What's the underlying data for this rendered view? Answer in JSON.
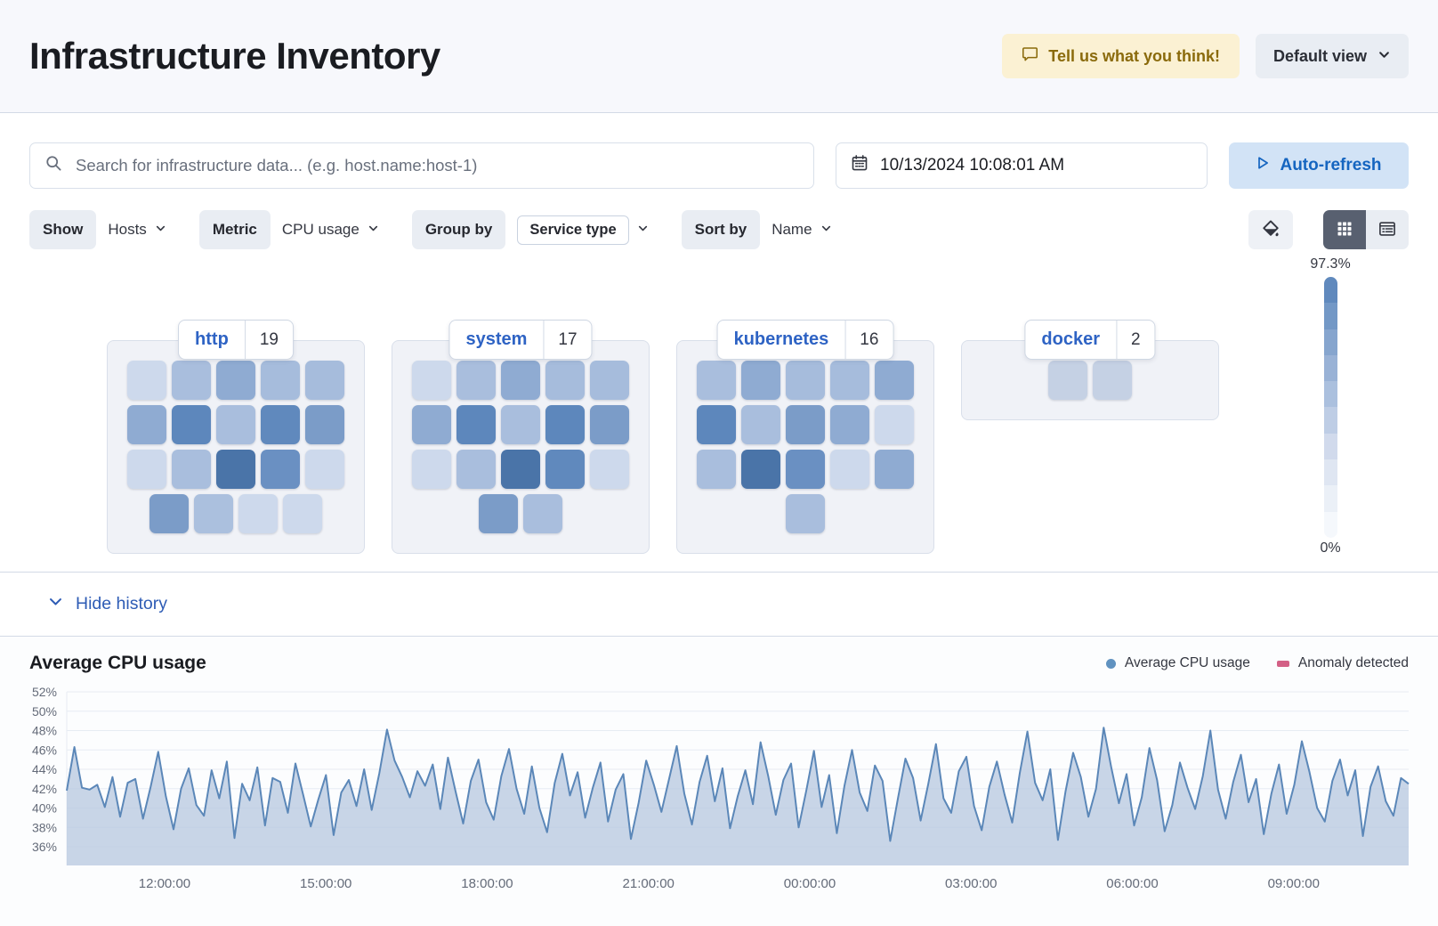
{
  "header": {
    "title": "Infrastructure Inventory",
    "feedback_label": "Tell us what you think!",
    "view_label": "Default view"
  },
  "toolbar": {
    "search_placeholder": "Search for infrastructure data... (e.g. host.name:host-1)",
    "datetime": "10/13/2024 10:08:01 AM",
    "auto_refresh_label": "Auto-refresh"
  },
  "filters": {
    "show_label": "Show",
    "show_value": "Hosts",
    "metric_label": "Metric",
    "metric_value": "CPU usage",
    "group_label": "Group by",
    "group_value": "Service type",
    "sort_label": "Sort by",
    "sort_value": "Name"
  },
  "heat_legend": {
    "max_label": "97.3%",
    "min_label": "0%",
    "steps": [
      "#6089bd",
      "#7398c6",
      "#86a5ce",
      "#99b2d6",
      "#abc0de",
      "#becde5",
      "#d1daec",
      "#dfe6f2",
      "#ebf0f7",
      "#f5f8fc"
    ]
  },
  "groups": [
    {
      "name": "http",
      "count": "19",
      "rows": [
        [
          "#cdd9ec",
          "#a9bedd",
          "#8fabd2",
          "#a6bcdc",
          "#a6bcdc"
        ],
        [
          "#8fabd2",
          "#5d87bc",
          "#a9bedd",
          "#6089bd",
          "#7b9cc8"
        ],
        [
          "#cdd9ec",
          "#a9bedd",
          "#4a74a8",
          "#6a90c2",
          "#cdd9ec"
        ],
        [
          "#7b9cc8",
          "#abc0de",
          "#cdd9ec",
          "#cdd9ec"
        ]
      ]
    },
    {
      "name": "system",
      "count": "17",
      "rows": [
        [
          "#cdd9ec",
          "#a9bedd",
          "#8fabd2",
          "#a6bcdc",
          "#a6bcdc"
        ],
        [
          "#8fabd2",
          "#5d87bc",
          "#a9bedd",
          "#5d87bc",
          "#7b9cc8"
        ],
        [
          "#cdd9ec",
          "#a9bedd",
          "#4a74a8",
          "#6089bd",
          "#cdd9ec"
        ],
        [
          "#7b9cc8",
          "#a9bedd"
        ]
      ]
    },
    {
      "name": "kubernetes",
      "count": "16",
      "rows": [
        [
          "#a9bedd",
          "#8fabd2",
          "#a6bcdc",
          "#a6bcdc",
          "#8fabd2"
        ],
        [
          "#5d87bc",
          "#a9bedd",
          "#7b9cc8",
          "#8fabd2",
          "#cdd9ec"
        ],
        [
          "#a9bedd",
          "#4a74a8",
          "#6a90c2",
          "#cdd9ec",
          "#8fabd2"
        ],
        [
          "#a9bedd"
        ]
      ]
    },
    {
      "name": "docker",
      "count": "2",
      "rows": [
        [
          "#c5d1e4",
          "#c5d1e4"
        ]
      ]
    }
  ],
  "history": {
    "toggle_label": "Hide history"
  },
  "chart_data": {
    "type": "area",
    "title": "Average CPU usage",
    "unit": "%",
    "ylim": [
      34.1,
      53.2
    ],
    "yticks": [
      52,
      50,
      48,
      46,
      44,
      42,
      40,
      38,
      36
    ],
    "xticks": [
      "12:00:00",
      "15:00:00",
      "18:00:00",
      "21:00:00",
      "00:00:00",
      "03:00:00",
      "06:00:00",
      "09:00:00"
    ],
    "grid": true,
    "legend_position": "top-right",
    "legend": [
      {
        "label": "Average CPU usage",
        "color": "#6092c0",
        "marker": "dot"
      },
      {
        "label": "Anomaly detected",
        "color": "#d36086",
        "marker": "rect"
      }
    ],
    "line_color": "#5b87b8",
    "fill_color": "#b9c9e0",
    "values": [
      41.8,
      46.3,
      42.1,
      41.9,
      42.4,
      40.1,
      43.2,
      39.1,
      42.6,
      43.0,
      38.9,
      42.2,
      45.8,
      41.2,
      37.8,
      42.0,
      44.1,
      40.3,
      39.2,
      43.9,
      41.0,
      44.8,
      36.9,
      42.5,
      40.8,
      44.2,
      38.2,
      43.1,
      42.7,
      39.5,
      44.6,
      41.4,
      38.1,
      40.9,
      43.4,
      37.2,
      41.6,
      42.9,
      40.2,
      44.0,
      39.8,
      43.6,
      48.1,
      44.9,
      43.2,
      41.1,
      43.8,
      42.3,
      44.5,
      39.9,
      45.2,
      41.7,
      38.4,
      42.8,
      45.0,
      40.6,
      38.8,
      43.3,
      46.1,
      42.0,
      39.4,
      44.3,
      40.0,
      37.5,
      42.6,
      45.6,
      41.3,
      43.7,
      39.0,
      42.1,
      44.7,
      38.6,
      41.9,
      43.5,
      36.8,
      40.5,
      44.9,
      42.4,
      39.6,
      43.0,
      46.4,
      41.5,
      38.3,
      42.7,
      45.4,
      40.7,
      44.1,
      37.9,
      41.2,
      43.9,
      40.4,
      46.8,
      43.3,
      39.3,
      42.9,
      44.6,
      38.0,
      41.8,
      45.9,
      40.1,
      43.4,
      37.4,
      42.3,
      46.0,
      41.6,
      39.7,
      44.4,
      42.8,
      36.6,
      40.9,
      45.1,
      43.1,
      38.7,
      42.5,
      46.6,
      41.0,
      39.5,
      43.8,
      45.3,
      40.2,
      37.7,
      42.2,
      44.8,
      41.4,
      38.5,
      43.6,
      47.9,
      42.6,
      40.8,
      44.0,
      36.7,
      41.7,
      45.7,
      43.2,
      39.1,
      42.0,
      48.3,
      44.2,
      40.5,
      43.5,
      38.2,
      41.1,
      46.2,
      42.9,
      37.6,
      40.3,
      44.7,
      42.1,
      39.9,
      43.3,
      48.0,
      41.9,
      38.9,
      42.7,
      45.5,
      40.6,
      43.0,
      37.3,
      41.5,
      44.5,
      39.4,
      42.4,
      46.9,
      43.7,
      40.0,
      38.6,
      42.8,
      45.0,
      41.3,
      43.9,
      37.1,
      42.2,
      44.3,
      40.7,
      39.2,
      43.1,
      42.5
    ]
  }
}
